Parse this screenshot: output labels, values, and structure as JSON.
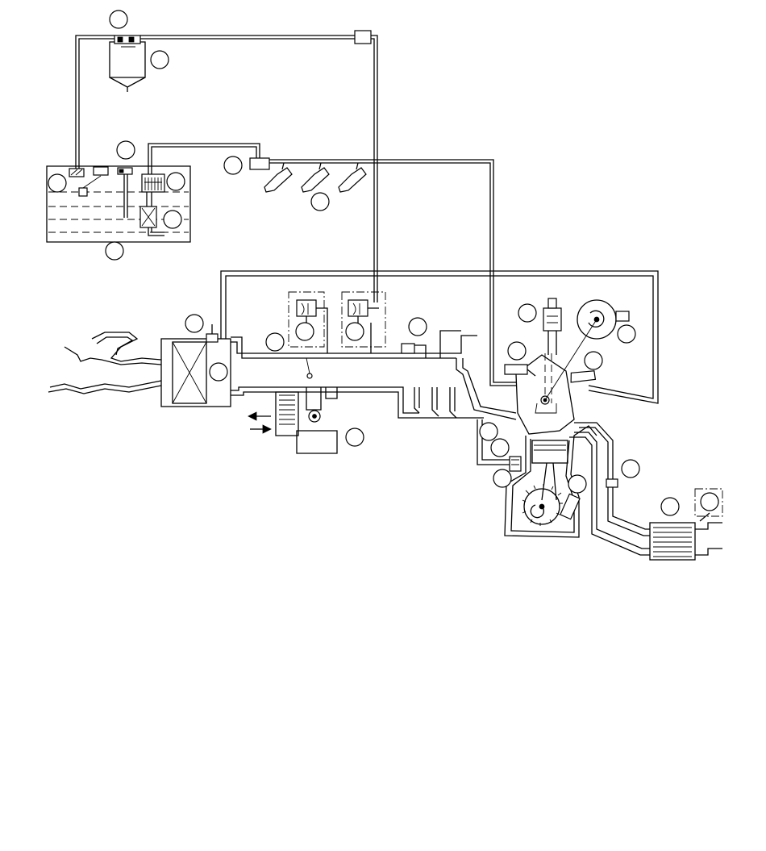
{
  "colors": {
    "line": "#000000",
    "background": "#ffffff"
  },
  "callouts": [
    {
      "id": "c1"
    },
    {
      "id": "c2"
    },
    {
      "id": "c3"
    },
    {
      "id": "c4"
    },
    {
      "id": "c5"
    },
    {
      "id": "c6"
    },
    {
      "id": "c7"
    },
    {
      "id": "c8"
    },
    {
      "id": "c9"
    },
    {
      "id": "c10"
    },
    {
      "id": "c11"
    },
    {
      "id": "c12"
    },
    {
      "id": "c13"
    },
    {
      "id": "c14"
    },
    {
      "id": "c15"
    },
    {
      "id": "c16"
    },
    {
      "id": "c17"
    },
    {
      "id": "c18"
    },
    {
      "id": "c19"
    },
    {
      "id": "c20"
    },
    {
      "id": "c21"
    },
    {
      "id": "c22"
    },
    {
      "id": "c23"
    },
    {
      "id": "c24"
    },
    {
      "id": "c25"
    },
    {
      "id": "c26"
    },
    {
      "id": "c27"
    },
    {
      "id": "c28"
    },
    {
      "id": "c29"
    }
  ]
}
